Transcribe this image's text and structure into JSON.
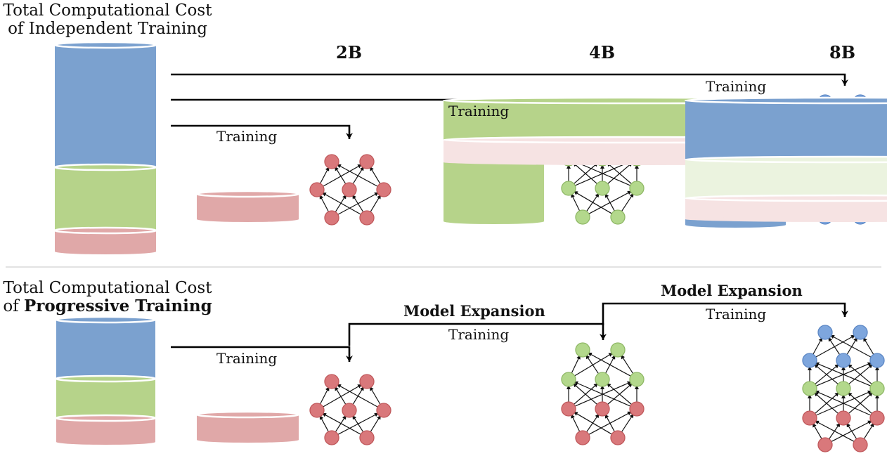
{
  "top": {
    "title_line1": "Total Computational Cost",
    "title_line2": "of Independent Training",
    "training_label": "Training"
  },
  "bottom": {
    "title_line1": "Total Computational Cost",
    "title_line2_prefix": "of ",
    "title_line2_bold": "Progressive Training",
    "training_label": "Training",
    "expansion_label": "Model Expansion"
  },
  "models": [
    {
      "label": "2B",
      "color": "#d4787a",
      "fill": "#e8a6a7"
    },
    {
      "label": "4B",
      "color": "#9fc27a",
      "fill": "#b9d48c"
    },
    {
      "label": "8B",
      "color": "#5a86c0",
      "fill": "#7aa2d2"
    }
  ],
  "colors": {
    "red": "#e0a8a8",
    "green": "#b6d38a",
    "blue": "#7ba1cf",
    "faded_red": "#f6e3e3",
    "faded_green": "#ebf3df",
    "node_red": "#d9787b",
    "node_green": "#b3d88c",
    "node_blue": "#7ea6dd"
  }
}
